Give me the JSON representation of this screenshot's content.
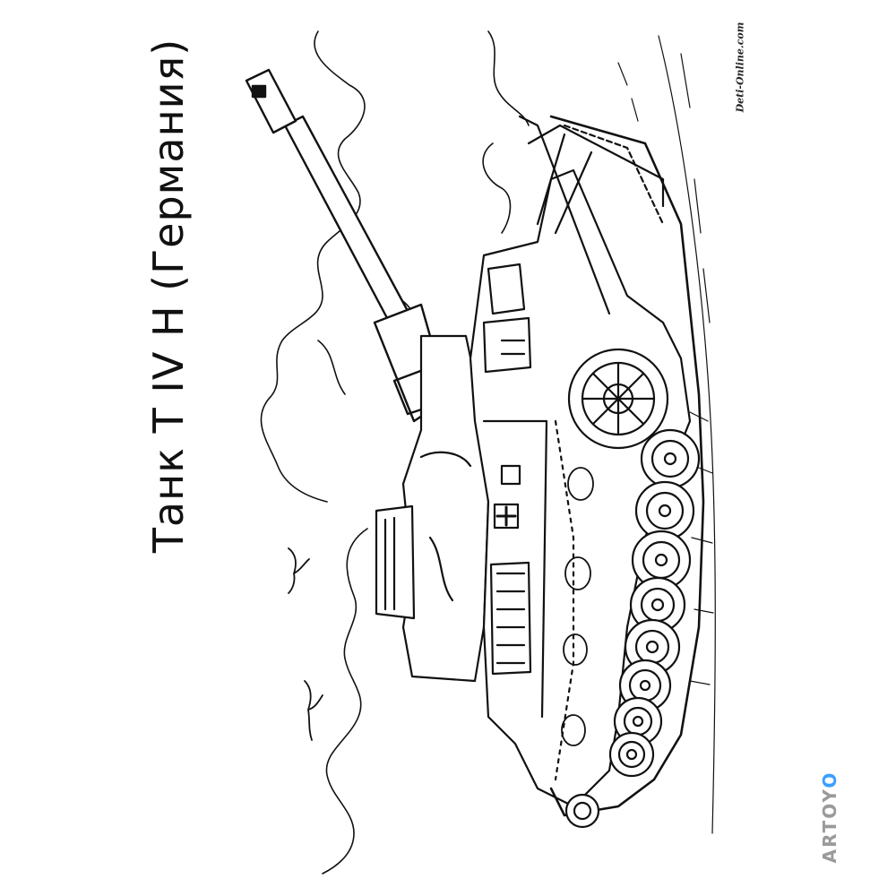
{
  "title": "Танк T IV H (Германия)",
  "site_mark": "Deti-Online.com",
  "watermark": {
    "text": "ARTOY",
    "suffix": "O",
    "accent_color": "#3aa0ff",
    "text_color": "#9a9a9a"
  },
  "palette": {
    "ink": "#111111",
    "paper": "#ffffff"
  }
}
